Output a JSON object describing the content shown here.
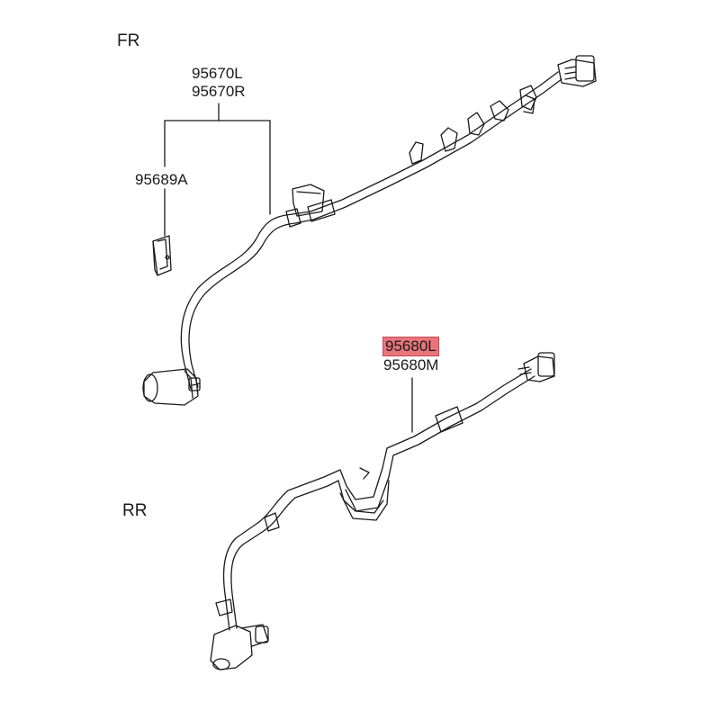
{
  "sections": {
    "front": "FR",
    "rear": "RR"
  },
  "parts": {
    "front_sensor_left": "95670L",
    "front_sensor_right": "95670R",
    "front_bracket": "95689A",
    "rear_sensor_left": "95680L",
    "rear_sensor_right": "95680M"
  },
  "highlight": {
    "part": "95680L",
    "color": "#e8747c"
  },
  "colors": {
    "line": "#1a1a1a",
    "background": "#ffffff"
  }
}
